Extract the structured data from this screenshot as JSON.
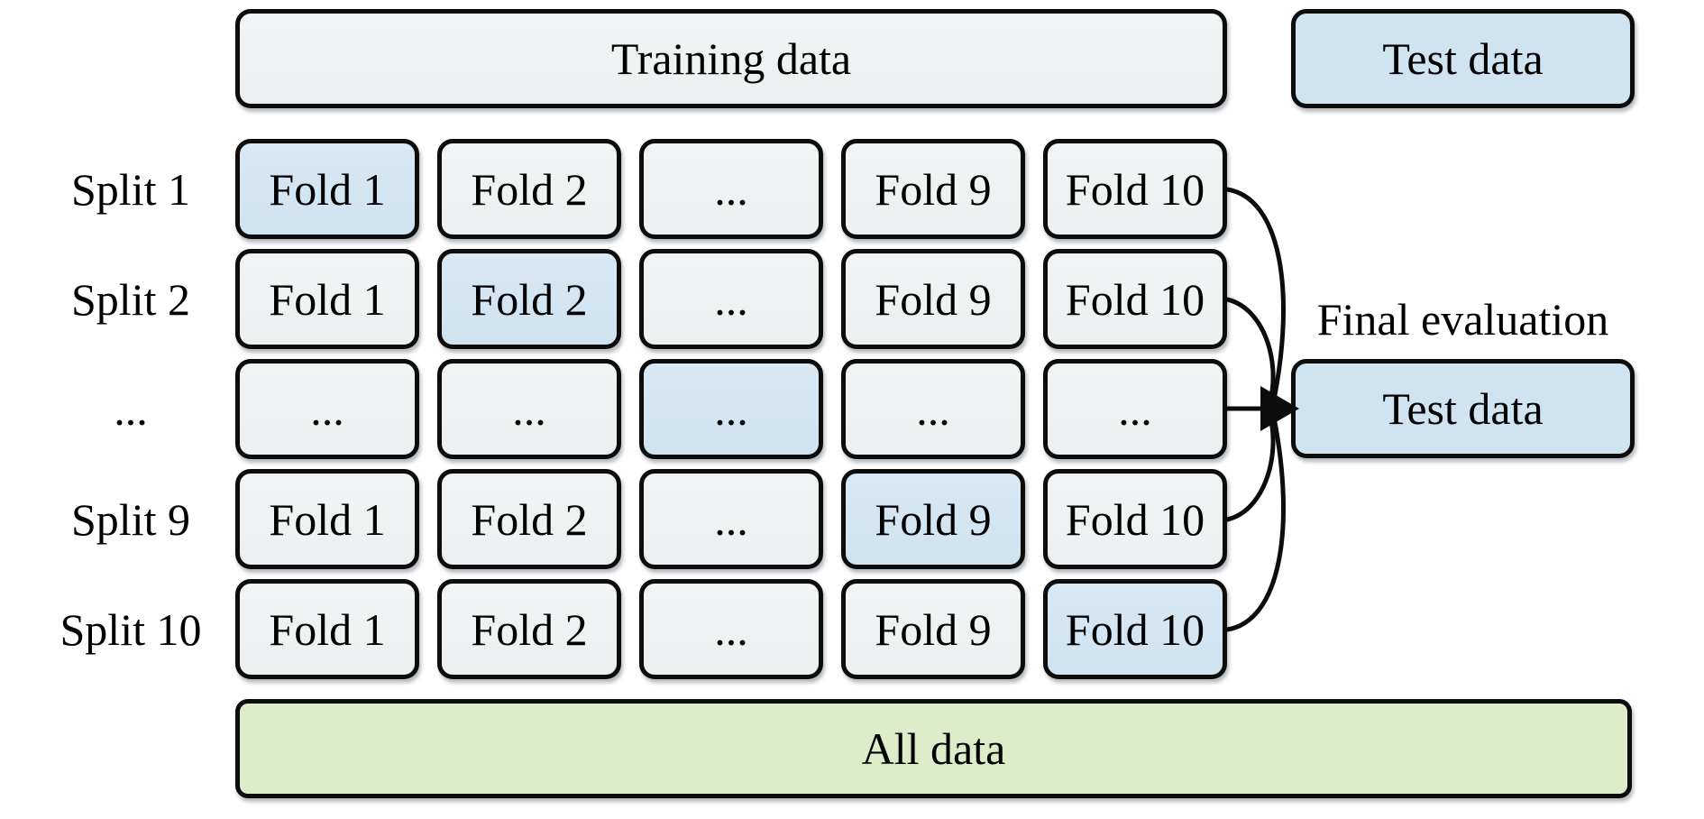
{
  "diagram": {
    "training_box_label": "Training data",
    "test_box_label": "Test data",
    "final_evaluation_label": "Final evaluation",
    "final_test_box_label": "Test data",
    "all_data_box_label": "All data",
    "rows": [
      {
        "label": "Split 1",
        "highlight_index": 0,
        "cells": [
          "Fold 1",
          "Fold 2",
          "...",
          "Fold 9",
          "Fold 10"
        ]
      },
      {
        "label": "Split 2",
        "highlight_index": 1,
        "cells": [
          "Fold 1",
          "Fold 2",
          "...",
          "Fold 9",
          "Fold 10"
        ]
      },
      {
        "label": "...",
        "highlight_index": 2,
        "cells": [
          "...",
          "...",
          "...",
          "...",
          "..."
        ]
      },
      {
        "label": "Split 9",
        "highlight_index": 3,
        "cells": [
          "Fold 1",
          "Fold 2",
          "...",
          "Fold 9",
          "Fold 10"
        ]
      },
      {
        "label": "Split 10",
        "highlight_index": 4,
        "cells": [
          "Fold 1",
          "Fold 2",
          "...",
          "Fold 9",
          "Fold 10"
        ]
      }
    ],
    "colors": {
      "fold_default": "#edf0f1",
      "fold_highlight": "#cfe3f0",
      "test_data": "#cfe3f0",
      "all_data": "#ddedca",
      "border": "#0c0c0c",
      "line": "#0c0c0c"
    }
  }
}
